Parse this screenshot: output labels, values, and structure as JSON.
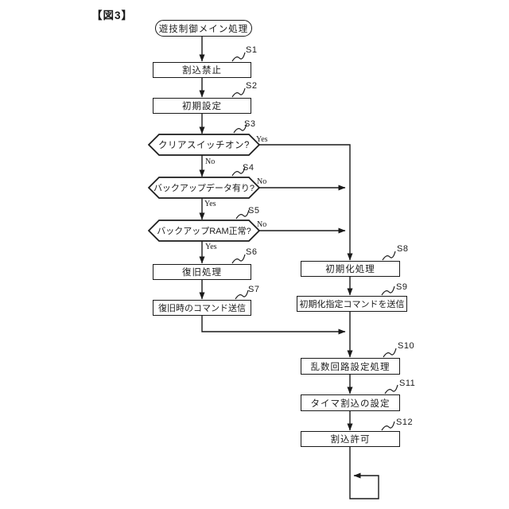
{
  "figure": {
    "title": "【図3】"
  },
  "nodes": {
    "start": {
      "label": "遊技制御メイン処理"
    },
    "s1": {
      "code": "S1",
      "label": "割込禁止"
    },
    "s2": {
      "code": "S2",
      "label": "初期設定"
    },
    "s3": {
      "code": "S3",
      "label": "クリアスイッチオン?",
      "yes": "Yes",
      "no": "No"
    },
    "s4": {
      "code": "S4",
      "label": "バックアップデータ有り?",
      "yes": "Yes",
      "no": "No"
    },
    "s5": {
      "code": "S5",
      "label": "バックアップRAM正常?",
      "yes": "Yes",
      "no": "No"
    },
    "s6": {
      "code": "S6",
      "label": "復旧処理"
    },
    "s7": {
      "code": "S7",
      "label": "復旧時のコマンド送信"
    },
    "s8": {
      "code": "S8",
      "label": "初期化処理"
    },
    "s9": {
      "code": "S9",
      "label": "初期化指定コマンドを送信"
    },
    "s10": {
      "code": "S10",
      "label": "乱数回路設定処理"
    },
    "s11": {
      "code": "S11",
      "label": "タイマ割込の設定"
    },
    "s12": {
      "code": "S12",
      "label": "割込許可"
    }
  },
  "colors": {
    "ink": "#1a1a1a",
    "background": "#ffffff"
  }
}
